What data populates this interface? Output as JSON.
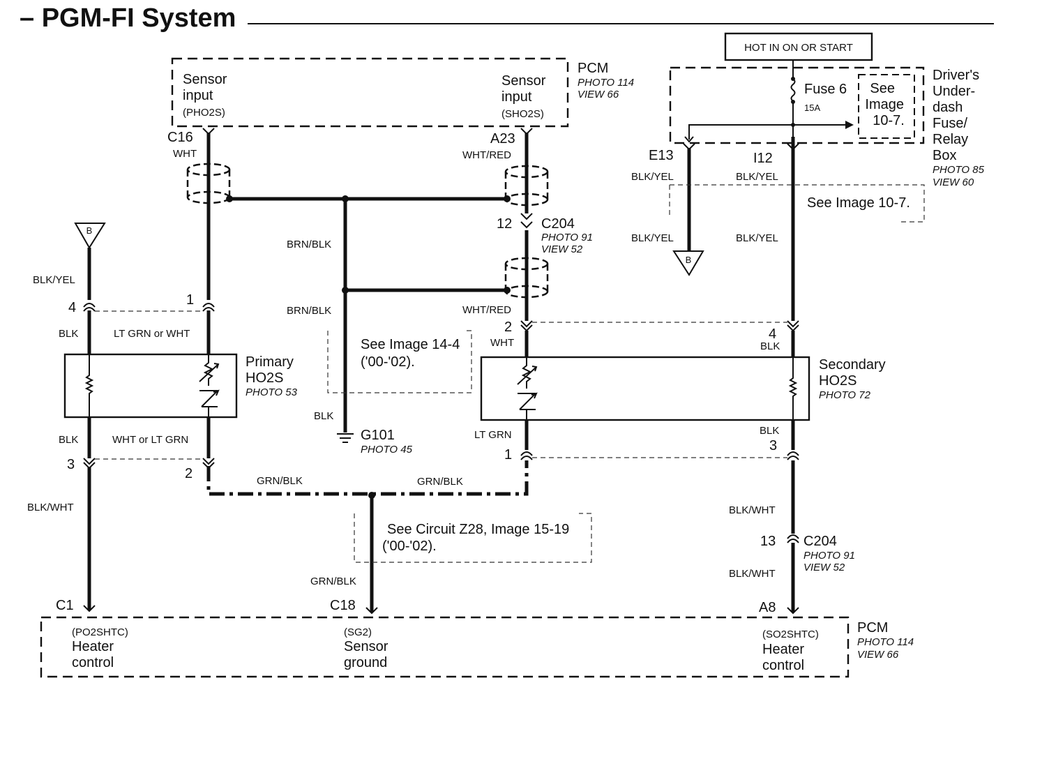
{
  "title": "– PGM-FI System",
  "hot_label": "HOT IN ON OR START",
  "pcm_top": {
    "left_input": [
      "Sensor",
      "input",
      "(PHO2S)"
    ],
    "right_input": [
      "Sensor",
      "input",
      "(SHO2S)"
    ],
    "name": "PCM",
    "photo": "PHOTO 114",
    "view": "VIEW 66"
  },
  "fuse_box": {
    "fuse": "Fuse 6",
    "amps": "15A",
    "see": [
      "See",
      "Image",
      "10-7."
    ],
    "name": [
      "Driver's",
      "Under-",
      "dash",
      "Fuse/",
      "Relay",
      "Box"
    ],
    "photo": "PHOTO 85",
    "view": "VIEW 60"
  },
  "pcm_bottom": {
    "left": [
      "(PO2SHTC)",
      "Heater",
      "control"
    ],
    "middle": [
      "(SG2)",
      "Sensor",
      "ground"
    ],
    "right": [
      "(SO2SHTC)",
      "Heater",
      "control"
    ],
    "name": "PCM",
    "photo": "PHOTO 114",
    "view": "VIEW 66"
  },
  "primary": {
    "name": [
      "Primary",
      "HO2S"
    ],
    "photo": "PHOTO 53"
  },
  "secondary": {
    "name": [
      "Secondary",
      "HO2S"
    ],
    "photo": "PHOTO 72"
  },
  "ground": {
    "name": "G101",
    "photo": "PHOTO 45"
  },
  "c204_top": {
    "name": "C204",
    "pin": "12",
    "photo": "PHOTO 91",
    "view": "VIEW 52"
  },
  "c204_bottom": {
    "name": "C204",
    "pin": "13",
    "photo": "PHOTO 91",
    "view": "VIEW 52"
  },
  "connectors": {
    "c16": "C16",
    "a23": "A23",
    "e13": "E13",
    "i12": "I12",
    "c1": "C1",
    "c18": "C18",
    "a8": "A8"
  },
  "pins": {
    "p4_left": "4",
    "p1_left": "1",
    "p3_left": "3",
    "p2_left": "2",
    "p2_mid": "2",
    "p1_mid": "1",
    "p4_right": "4",
    "p3_right": "3"
  },
  "notes": {
    "n10_7": "See Image 10-7.",
    "n14_4": [
      "See Image 14-4",
      "('00-'02)."
    ],
    "z28": [
      "See Circuit Z28, Image 15-19",
      "('00-'02)."
    ]
  },
  "ground_symbol": "B",
  "wires": {
    "wht_c16": "WHT",
    "whtred_a23": "WHT/RED",
    "blkyel_e13": "BLK/YEL",
    "blkyel_i12": "BLK/YEL",
    "blkyel_e13_low": "BLK/YEL",
    "blkyel_i12_low": "BLK/YEL",
    "blkyel_left": "BLK/YEL",
    "brnblk_1": "BRN/BLK",
    "brnblk_2": "BRN/BLK",
    "whtred_mid": "WHT/RED",
    "blk_left_up": "BLK",
    "ltgrn_or_wht": "LT GRN or WHT",
    "wht_mid": "WHT",
    "blk_right_up": "BLK",
    "blk_ground": "BLK",
    "blk_left_down": "BLK",
    "wht_or_ltgrn": "WHT or LT GRN",
    "ltgrn_mid": "LT GRN",
    "blk_right_down": "BLK",
    "grnblk_1": "GRN/BLK",
    "grnblk_2": "GRN/BLK",
    "blkwht_left": "BLK/WHT",
    "blkwht_right1": "BLK/WHT",
    "blkwht_right2": "BLK/WHT",
    "grnblk_c18": "GRN/BLK"
  }
}
